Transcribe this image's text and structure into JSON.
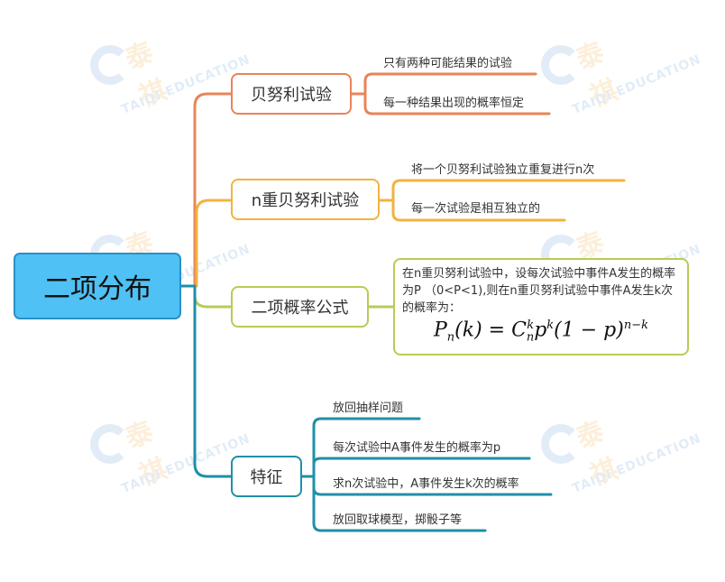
{
  "root": {
    "label": "二项分布",
    "color": "#4fc1f4"
  },
  "branches": [
    {
      "label": "贝努利试验",
      "color": "#e8845a",
      "children": [
        "只有两种可能结果的试验",
        "每一种结果出现的概率恒定"
      ]
    },
    {
      "label": "n重贝努利试验",
      "color": "#f2b340",
      "children": [
        "将一个贝努利试验独立重复进行n次",
        "每一次试验是相互独立的"
      ]
    },
    {
      "label": "二项概率公式",
      "color": "#b7cc55",
      "formula": {
        "text": "在n重贝努利试验中，设每次试验中事件A发生的概率为P （0<P<1),则在n重贝努利试验中事件A发生k次的概率为：",
        "math": "P_n(k) = C_n^k p^k (1 - p)^{n-k}"
      }
    },
    {
      "label": "特征",
      "color": "#1f8fa8",
      "children": [
        "放回抽样问题",
        "每次试验中A事件发生的概率为p",
        "求n次试验中，A事件发生k次的概率",
        "放回取球模型，掷骰子等"
      ]
    }
  ],
  "watermark": {
    "brand": "泰祺",
    "text": "TAIQI EDUCATION"
  }
}
